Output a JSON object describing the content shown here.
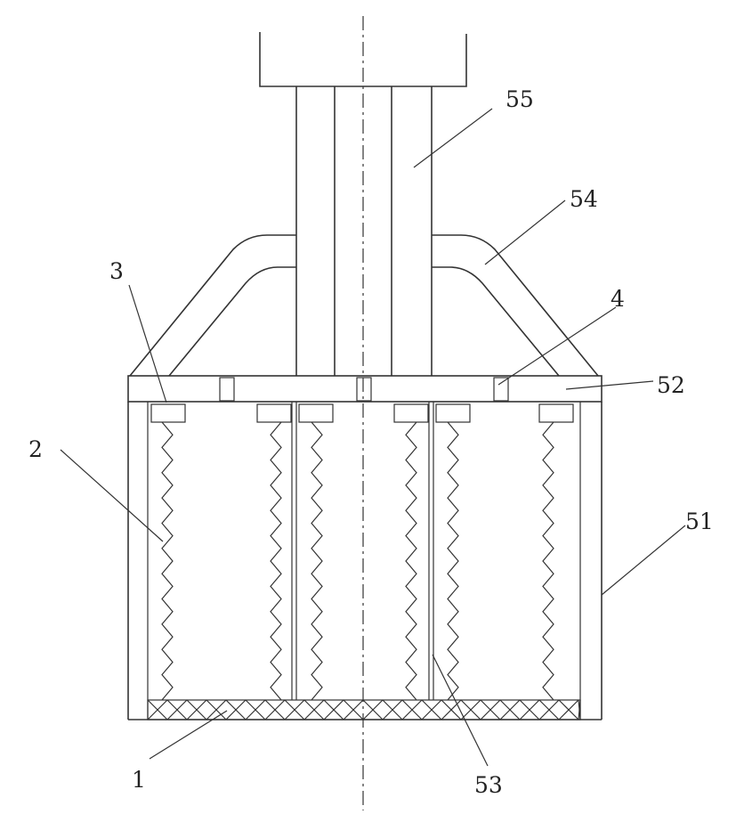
{
  "diagram": {
    "labels": {
      "mesh_bottom": "1",
      "spring": "2",
      "sensor_left": "3",
      "sensor_right": "4",
      "outer_housing": "51",
      "top_plate": "52",
      "partition": "53",
      "side_bracket": "54",
      "center_shaft": "55"
    }
  }
}
